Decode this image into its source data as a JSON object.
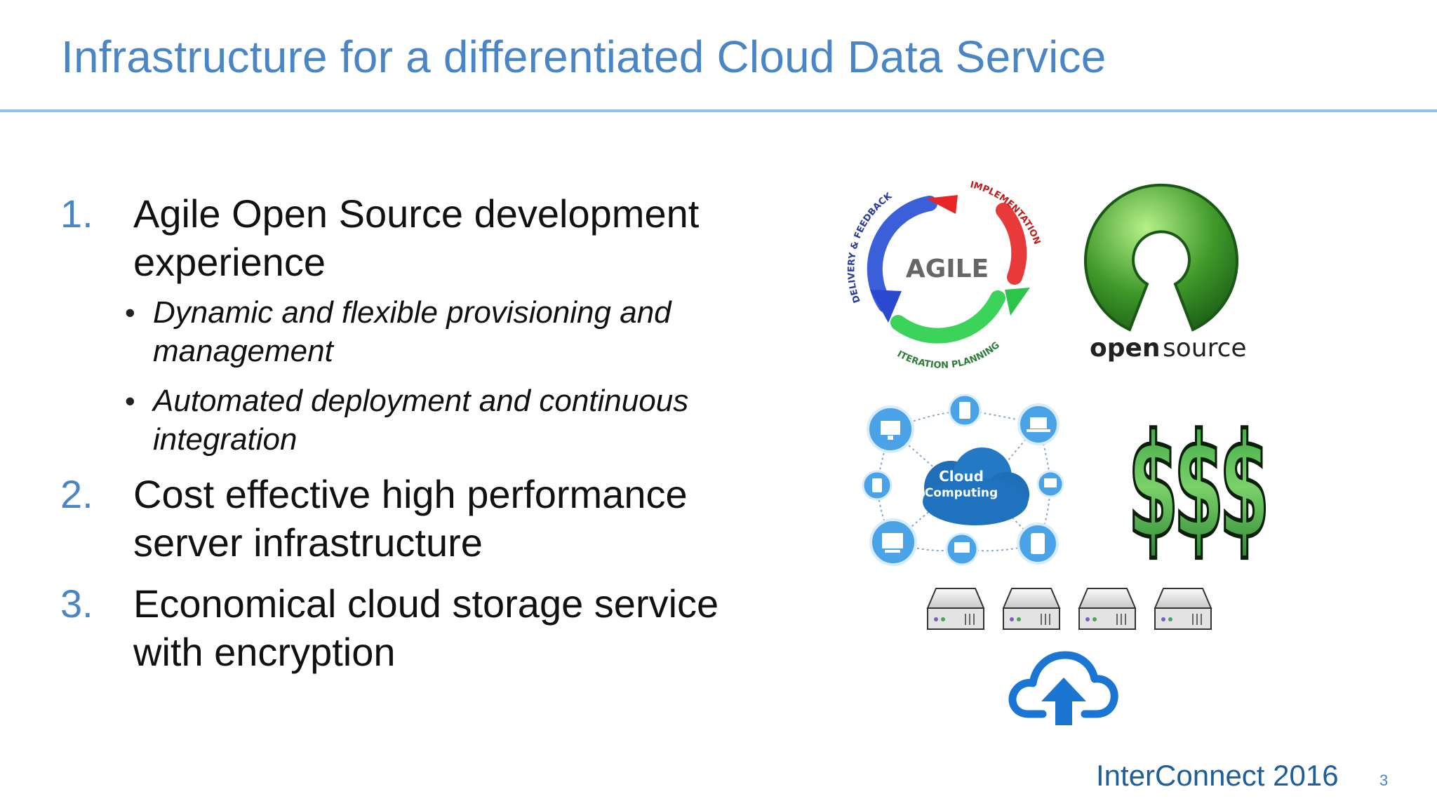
{
  "slide": {
    "title": "Infrastructure for a differentiated Cloud Data Service",
    "items": [
      {
        "number": "1.",
        "text": "Agile Open Source development experience",
        "bullets": [
          "Dynamic and flexible provisioning and management",
          "Automated deployment and continuous integration"
        ]
      },
      {
        "number": "2.",
        "text": "Cost effective high performance server infrastructure"
      },
      {
        "number": "3.",
        "text": "Economical cloud storage service with encryption"
      }
    ],
    "agile_graphic": {
      "center_label": "AGILE",
      "arc_top_label": "IMPLEMENTATION",
      "arc_left_label": "DELIVERY & FEEDBACK",
      "arc_bottom_label": "ITERATION PLANNING"
    },
    "open_source_logo": {
      "word1": "open",
      "word2": "source"
    },
    "cloud_computing_graphic": {
      "line1": "Cloud",
      "line2": "Computing"
    },
    "money_symbol": "$$$",
    "footer": {
      "brand": "InterConnect 2016",
      "page": "3"
    },
    "colors": {
      "accent": "#4a86c6",
      "rule": "#8ec2ea",
      "upload_cloud": "#1a76d2"
    }
  }
}
